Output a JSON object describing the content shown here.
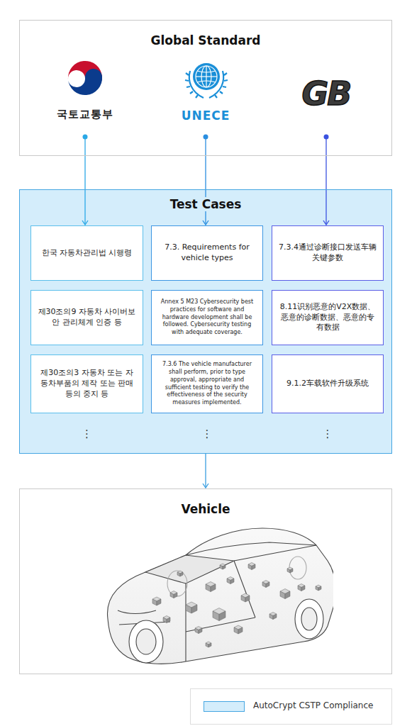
{
  "diagram": {
    "nodes": [
      {
        "text": [
          "Global Standard"
        ]
      },
      {
        "text": [
          "국토교통부"
        ],
        "in": 0
      },
      {
        "text": [
          "UNECE"
        ],
        "in": 0
      },
      {
        "text": [
          "GB"
        ],
        "in": 0
      },
      {
        "text": [
          "Test Cases"
        ]
      },
      {
        "text": [
          "한국 자동차관리법 시행령"
        ],
        "in": 4
      },
      {
        "text": [
          "7.3. Requirements for vehicle types"
        ],
        "in": 4
      },
      {
        "text": [
          "7.3.4通过诊断接口发送车辆关键参数"
        ],
        "in": 4
      },
      {
        "text": [
          "제30조의9 자동차 사이버보안 관리체계 인증 등"
        ],
        "in": 4
      },
      {
        "text": [
          "Annex 5 M23 Cybersecurity best practices for software and hardware development shall be followed. Cybersecurity testing with adequate coverage."
        ],
        "in": 4
      },
      {
        "text": [
          "8.11识别恶意的V2X数据、恶意的诊断数据、恶意的专有数据"
        ],
        "in": 4
      },
      {
        "text": [
          "제30조의3 자동차 또는 자동차부품의 제작 또는 판매 등의 중지 등"
        ],
        "in": 4
      },
      {
        "text": [
          "7.3.6 The vehicle manufacturer shall perform, prior to type approval, appropriate and sufficient testing to verify the effectiveness of the security measures implemented."
        ],
        "in": 4
      },
      {
        "text": [
          "9.1.2车载软件升级系统"
        ],
        "in": 4
      },
      {
        "text": [
          "Vehicle"
        ]
      }
    ],
    "edges": [
      {
        "from": 1,
        "to": 5,
        "arrow": "to"
      },
      {
        "from": 2,
        "to": 6,
        "arrow": "to"
      },
      {
        "from": 3,
        "to": 7,
        "arrow": "to"
      },
      {
        "from": 4,
        "to": 14,
        "arrow": "to"
      }
    ],
    "labels": [
      "⋮",
      "⋮",
      "⋮"
    ],
    "legend": [
      {
        "text": "AutoCrypt CSTP Compliance",
        "color": "#d4edfb"
      }
    ]
  }
}
